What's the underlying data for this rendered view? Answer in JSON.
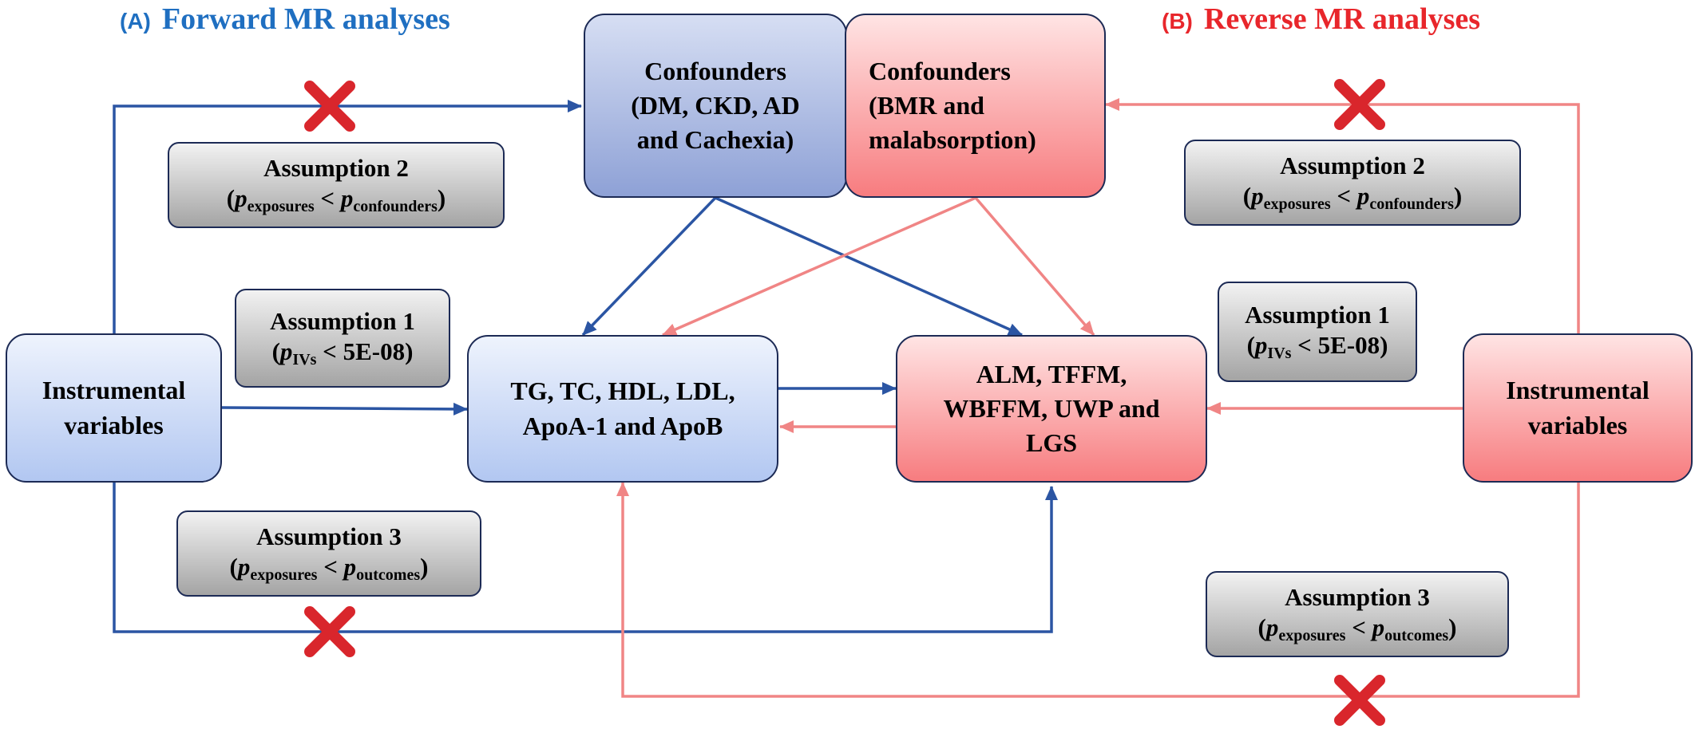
{
  "headings": {
    "forward": {
      "tag": "(A)",
      "title": "Forward MR analyses"
    },
    "reverse": {
      "tag": "(B)",
      "title": "Reverse MR analyses"
    }
  },
  "nodes": {
    "confounders_forward": "Confounders\n(DM, CKD, AD\nand Cachexia)",
    "confounders_reverse": "Confounders\n(BMR and\nmalabsorption)",
    "instrumental_left": "Instrumental\nvariables",
    "instrumental_right": "Instrumental\nvariables",
    "lipids": "TG, TC, HDL, LDL,\nApoA-1 and ApoB",
    "muscle": "ALM, TFFM,\nWBFFM, UWP and\nLGS"
  },
  "assumptions": {
    "a1": {
      "title": "Assumption 1",
      "p": "p",
      "sub": "IVs",
      "rest": " < 5E-08)"
    },
    "a2": {
      "title": "Assumption 2",
      "p1": "p",
      "sub1": "exposures",
      "op": " < ",
      "p2": "p",
      "sub2": "confounders"
    },
    "a3": {
      "title": "Assumption 3",
      "p1": "p",
      "sub1": "exposures",
      "op": " < ",
      "p2": "p",
      "sub2": "outcomes"
    }
  },
  "colors": {
    "forward_arrow": "#2b55a3",
    "reverse_arrow": "#f08585",
    "cross": "#d9262c",
    "forward_heading": "#1f6fc1",
    "reverse_heading": "#e8262b"
  },
  "icons": {
    "violation": "cross-icon"
  }
}
